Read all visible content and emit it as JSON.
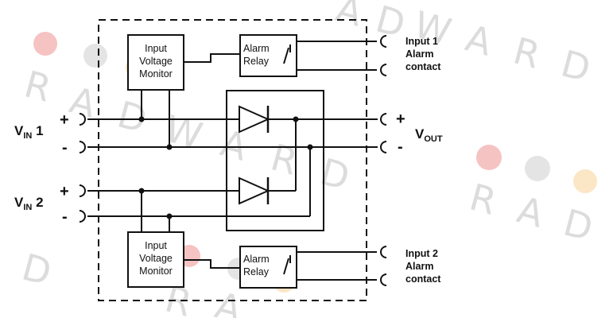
{
  "watermark": {
    "letters": [
      "R",
      "A",
      "D",
      "W",
      "A",
      "R",
      "D"
    ]
  },
  "monitor_top": {
    "lines": [
      "Input",
      "Voltage",
      "Monitor"
    ]
  },
  "monitor_bottom": {
    "lines": [
      "Input",
      "Voltage",
      "Monitor"
    ]
  },
  "relay_top": {
    "lines": [
      "Alarm",
      "Relay"
    ]
  },
  "relay_bottom": {
    "lines": [
      "Alarm",
      "Relay"
    ]
  },
  "vin1": {
    "main": "V",
    "sub": "IN",
    "num": " 1"
  },
  "vin2": {
    "main": "V",
    "sub": "IN",
    "num": " 2"
  },
  "vout": {
    "main": "V",
    "sub": "OUT"
  },
  "symbols": {
    "plus": "+",
    "minus": "-"
  },
  "alarm1": {
    "lines": [
      "Input 1",
      "Alarm",
      "contact"
    ]
  },
  "alarm2": {
    "lines": [
      "Input 2",
      "Alarm",
      "contact"
    ]
  },
  "colors": {
    "stroke": "#111111",
    "watermark": "#dcdcdc",
    "dot_red": "#f6b7b7",
    "dot_gray": "#dedede",
    "dot_orange": "#fbe2bd"
  }
}
